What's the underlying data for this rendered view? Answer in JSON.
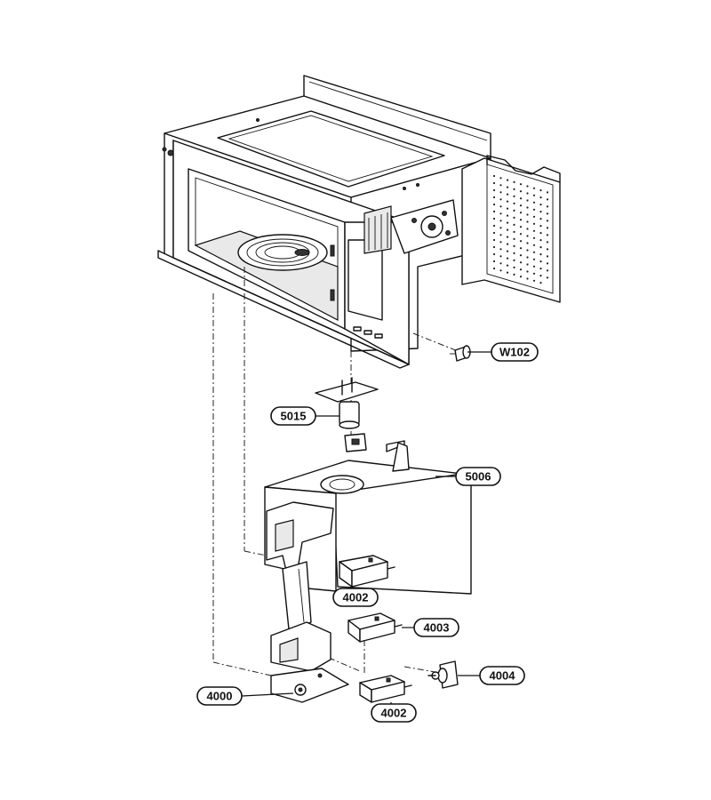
{
  "diagram": {
    "callouts": [
      {
        "id": "w102",
        "label": "W102"
      },
      {
        "id": "5015",
        "label": "5015"
      },
      {
        "id": "5006",
        "label": "5006"
      },
      {
        "id": "4002a",
        "label": "4002"
      },
      {
        "id": "4003",
        "label": "4003"
      },
      {
        "id": "4004",
        "label": "4004"
      },
      {
        "id": "4000",
        "label": "4000"
      },
      {
        "id": "4002b",
        "label": "4002"
      }
    ]
  }
}
